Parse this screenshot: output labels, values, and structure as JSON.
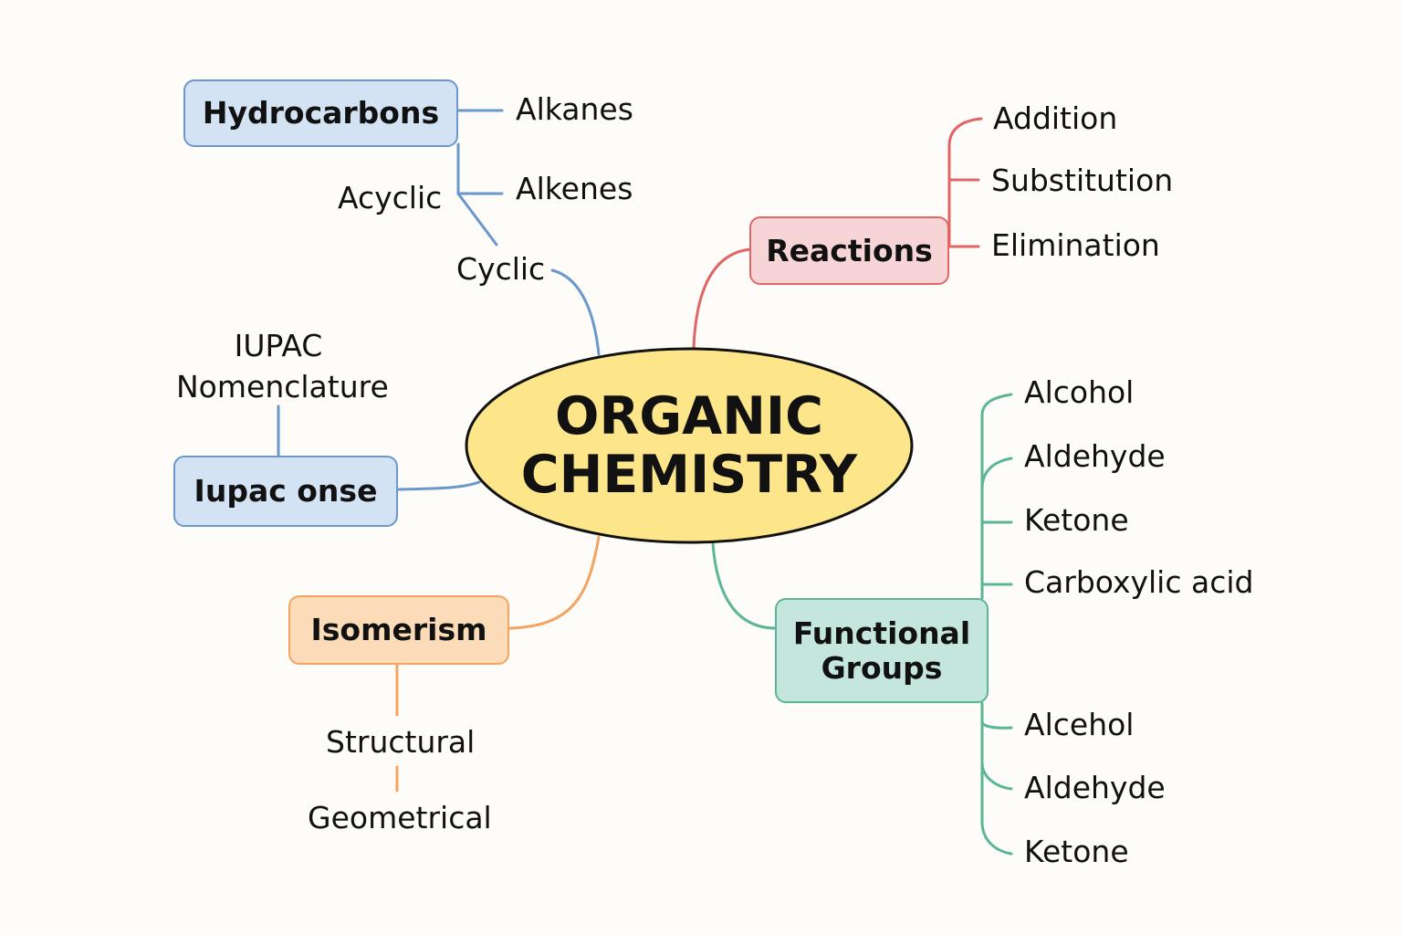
{
  "center": {
    "line1": "ORGANIC",
    "line2": "CHEMISTRY"
  },
  "branches": {
    "hydrocarbons": {
      "label": "Hydrocarbons",
      "children": [
        "Alkanes",
        "Alkenes",
        "Acyclic",
        "Cyclic"
      ]
    },
    "reactions": {
      "label": "Reactions",
      "children": [
        "Addition",
        "Substitution",
        "Elimination"
      ]
    },
    "iupac": {
      "label": "Iupac onse",
      "child_line1": "IUPAC",
      "child_line2": "Nomenclature"
    },
    "isomerism": {
      "label": "Isomerism",
      "children": [
        "Structural",
        "Geometrical"
      ]
    },
    "functional_groups": {
      "label_line1": "Functional",
      "label_line2": "Groups",
      "children": [
        "Alcohol",
        "Aldehyde",
        "Ketone",
        "Carboxylic acid",
        "Alcehol",
        "Aldehyde",
        "Ketone"
      ]
    }
  },
  "colors": {
    "blue": "#6a98cc",
    "red": "#e06666",
    "orange": "#f4a460",
    "teal": "#5bb597",
    "center": "#fde68a"
  }
}
